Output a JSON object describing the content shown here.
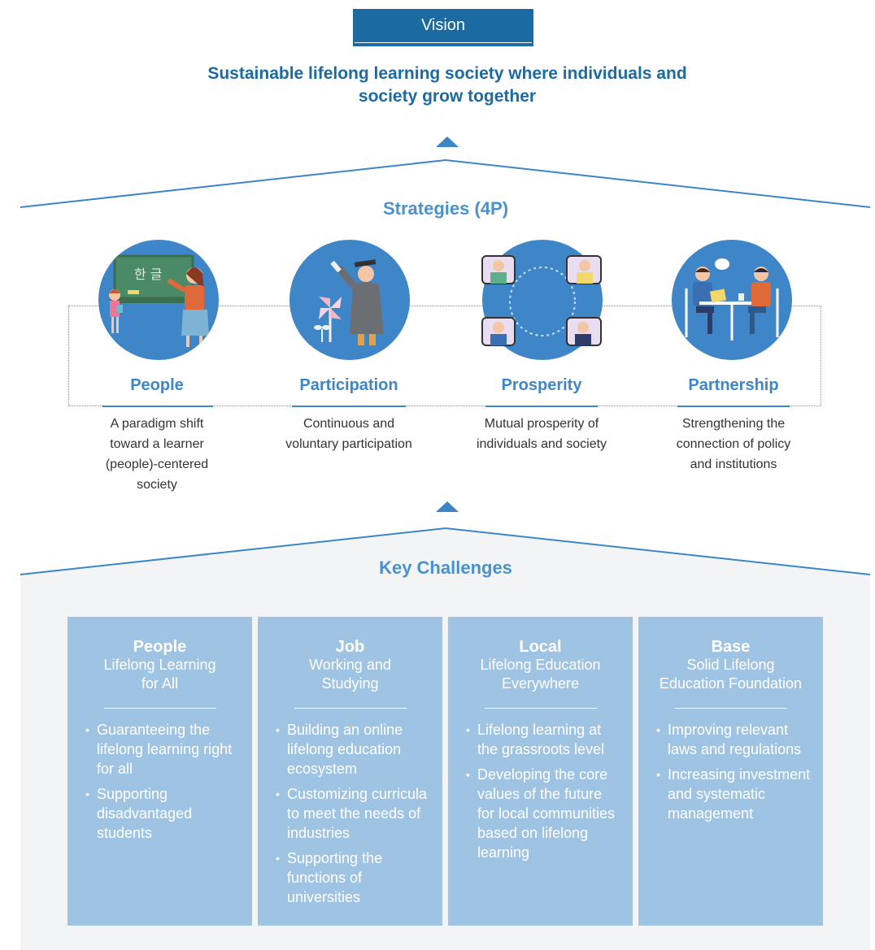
{
  "vision": {
    "label": "Vision",
    "text_line1": "Sustainable lifelong learning society where individuals and",
    "text_line2": "society grow together"
  },
  "strategies": {
    "title": "Strategies (4P)",
    "items": [
      {
        "name": "People",
        "desc": [
          "A paradigm shift",
          "toward a learner",
          "(people)-centered",
          "society"
        ],
        "board_text": "한 글"
      },
      {
        "name": "Participation",
        "desc": [
          "Continuous and",
          "voluntary participation"
        ]
      },
      {
        "name": "Prosperity",
        "desc": [
          "Mutual prosperity of",
          "individuals and society"
        ]
      },
      {
        "name": "Partnership",
        "desc": [
          "Strengthening the",
          "connection of policy",
          "and institutions"
        ]
      }
    ]
  },
  "challenges": {
    "title": "Key Challenges",
    "cards": [
      {
        "title": "People",
        "subtitle": [
          "Lifelong Learning",
          "for All"
        ],
        "bullets": [
          "Guaranteeing the lifelong learning right for all",
          "Supporting disadvantaged students"
        ]
      },
      {
        "title": "Job",
        "subtitle": [
          "Working and",
          "Studying"
        ],
        "bullets": [
          "Building an online lifelong education ecosystem",
          "Customizing curricula to meet the needs of industries",
          "Supporting the functions of universities"
        ]
      },
      {
        "title": "Local",
        "subtitle": [
          "Lifelong Education",
          "Everywhere"
        ],
        "bullets": [
          "Lifelong learning at the grassroots level",
          "Developing the core values of the future for local communities based on lifelong learning"
        ]
      },
      {
        "title": "Base",
        "subtitle": [
          "Solid Lifelong",
          "Education Foundation"
        ],
        "bullets": [
          "Improving relevant laws and regulations",
          "Increasing investment and systematic management"
        ]
      }
    ]
  },
  "colors": {
    "vision_box": "#1b6aa2",
    "accent": "#3f86c9",
    "title_blue": "#4a92cf",
    "card_bg": "#9fc3e2",
    "section_bg": "#f2f4f6"
  }
}
